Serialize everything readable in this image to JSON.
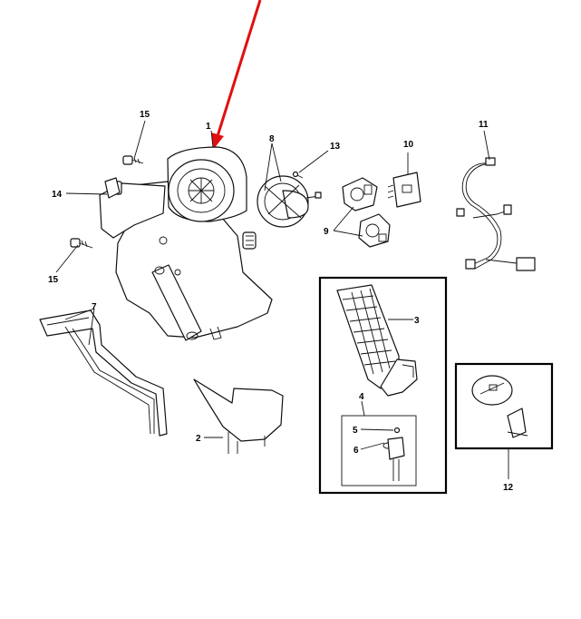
{
  "diagram": {
    "callouts": {
      "c1": "1",
      "c2": "2",
      "c3": "3",
      "c4": "4",
      "c5": "5",
      "c6": "6",
      "c7": "7",
      "c8": "8",
      "c9": "9",
      "c10": "10",
      "c11": "11",
      "c12": "12",
      "c13": "13",
      "c14": "14",
      "c15a": "15",
      "c15b": "15"
    },
    "colors": {
      "pointer_arrow": "#e01010",
      "line": "#111111",
      "background": "#ffffff"
    }
  }
}
